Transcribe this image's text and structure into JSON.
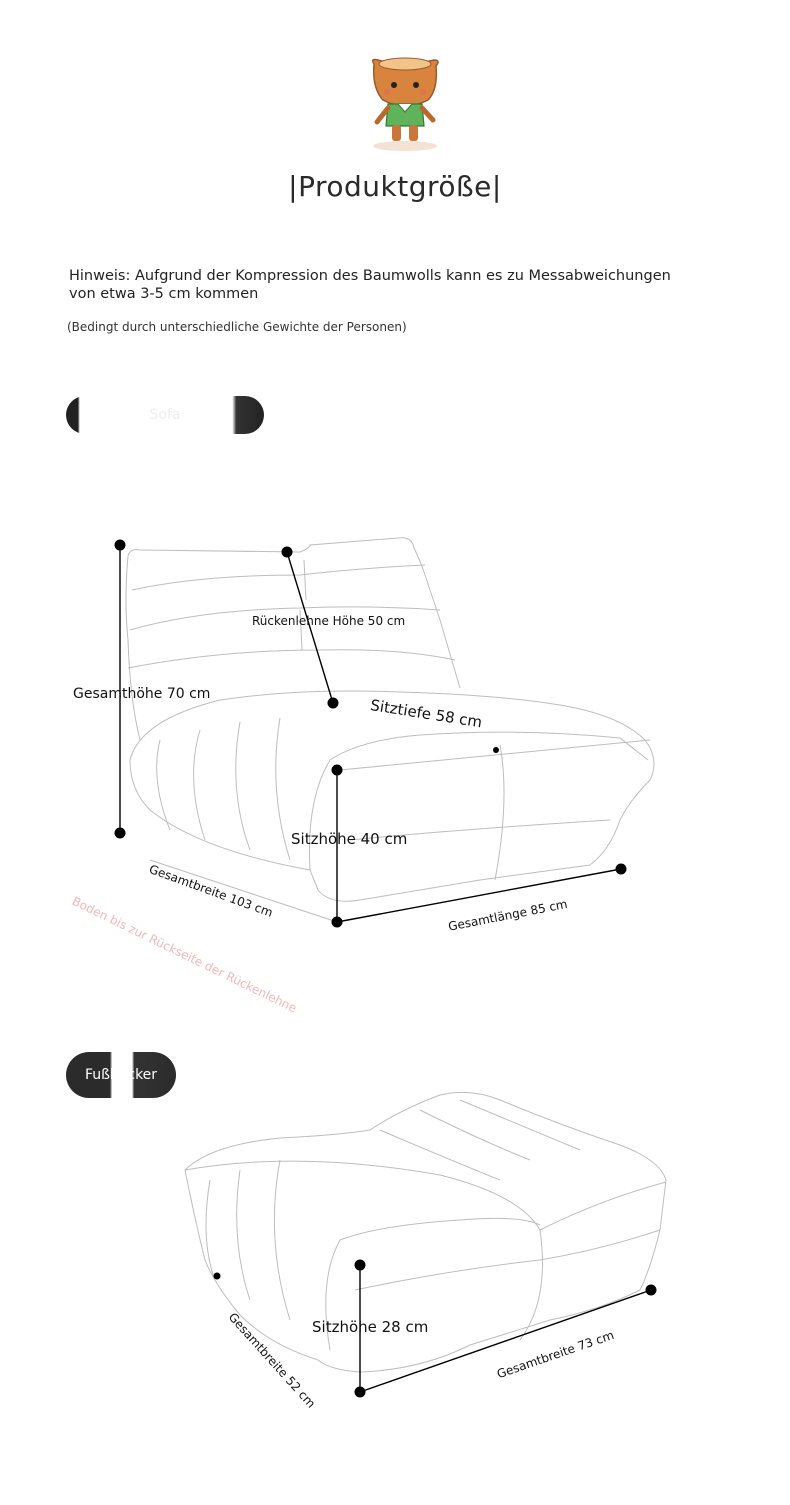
{
  "header": {
    "mascot_icon": "tree-stump-mascot-icon",
    "title": "|Produktgröße|"
  },
  "notes": {
    "main": "Hinweis: Aufgrund der Kompression des Baumwolls kann es zu Messabweichungen von etwa 3-5 cm kommen",
    "sub": "(Bedingt durch unterschiedliche Gewichte der Personen)"
  },
  "sofa": {
    "tab_label": "Sofa",
    "labels": {
      "total_height": "Gesamthöhe 70 cm",
      "back_height": "Rückenlehne Höhe 50 cm",
      "seat_depth": "Sitztiefe 58 cm",
      "seat_height": "Sitzhöhe 40 cm",
      "total_width": "Gesamtbreite 103 cm",
      "total_length": "Gesamtlänge 85 cm",
      "floor_note": "Boden bis zur Rückseite der Rückenlehne"
    }
  },
  "ottoman": {
    "tab_label": "Fußhocker",
    "labels": {
      "seat_height": "Sitzhöhe 28 cm",
      "width_left": "Gesamtbreite 52 cm",
      "width_right": "Gesamtbreite 73 cm"
    }
  },
  "colors": {
    "text": "#222222",
    "tab_bg": "#1f1f1f",
    "floor_note": "#f2b8b8",
    "line": "#000000"
  }
}
